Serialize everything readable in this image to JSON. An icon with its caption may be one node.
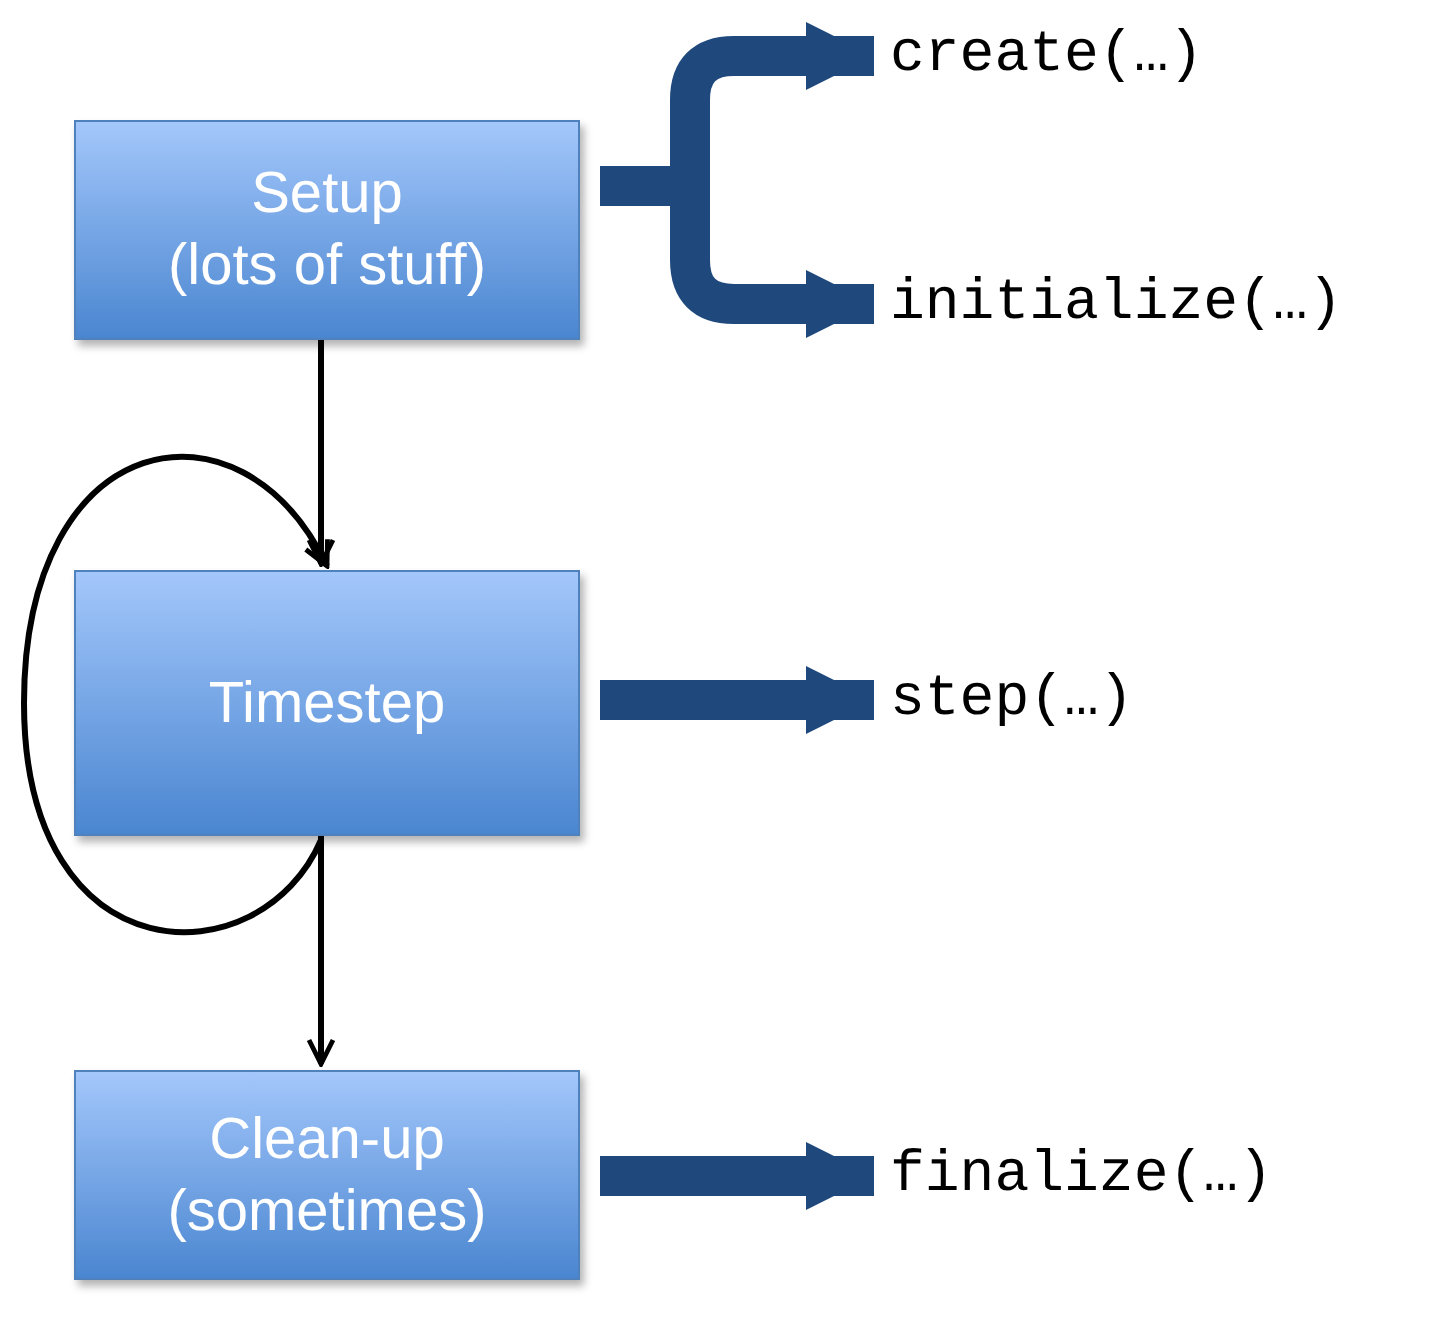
{
  "diagram": {
    "nodes": [
      {
        "text": [
          "Setup",
          "(lots of stuff)"
        ]
      },
      {
        "text": [
          "Timestep"
        ]
      },
      {
        "text": [
          "Clean-up",
          "(sometimes)"
        ]
      },
      {
        "text": [
          "create(…)"
        ]
      },
      {
        "text": [
          "initialize(…)"
        ]
      },
      {
        "text": [
          "step(…)"
        ]
      },
      {
        "text": [
          "finalize(…)"
        ]
      }
    ],
    "edges": [
      {
        "from": 0,
        "to": 1,
        "arrow": "to",
        "color": "#000000"
      },
      {
        "from": 1,
        "to": 1,
        "arrow": "to",
        "color": "#000000"
      },
      {
        "from": 1,
        "to": 2,
        "arrow": "to",
        "color": "#000000"
      },
      {
        "from": 0,
        "to": 3,
        "arrow": "to"
      },
      {
        "from": 0,
        "to": 4,
        "arrow": "to"
      },
      {
        "from": 1,
        "to": 5,
        "arrow": "to"
      },
      {
        "from": 2,
        "to": 6,
        "arrow": "to"
      }
    ]
  }
}
